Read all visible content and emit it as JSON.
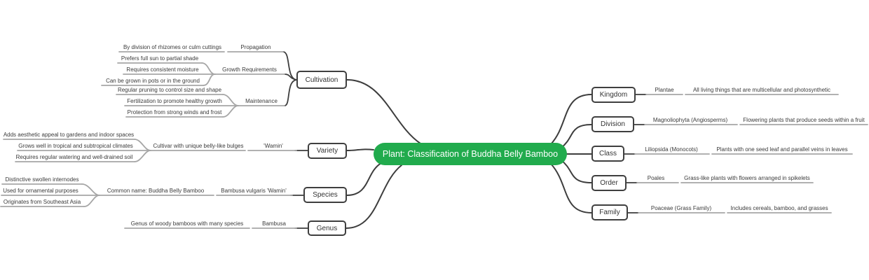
{
  "root": {
    "label": "Plant: Classification of Buddha Belly Bamboo"
  },
  "left_branches": [
    {
      "label": "Cultivation",
      "children": [
        {
          "label": "Propagation",
          "children": [
            {
              "label": "By division of rhizomes or culm cuttings"
            }
          ]
        },
        {
          "label": "Growth Requirements",
          "children": [
            {
              "label": "Prefers full sun to partial shade"
            },
            {
              "label": "Requires consistent moisture"
            },
            {
              "label": "Can be grown in pots or in the ground"
            }
          ]
        },
        {
          "label": "Maintenance",
          "children": [
            {
              "label": "Regular pruning to control size and shape"
            },
            {
              "label": "Fertilization to promote healthy growth"
            },
            {
              "label": "Protection from strong winds and frost"
            }
          ]
        }
      ]
    },
    {
      "label": "Variety",
      "children": [
        {
          "label": "'Wamin'",
          "children": [
            {
              "label": "Cultivar with unique belly-like bulges",
              "children": [
                {
                  "label": "Adds aesthetic appeal to gardens and indoor spaces"
                },
                {
                  "label": "Grows well in tropical and subtropical climates"
                },
                {
                  "label": "Requires regular watering and well-drained soil"
                }
              ]
            }
          ]
        }
      ]
    },
    {
      "label": "Species",
      "children": [
        {
          "label": "Bambusa vulgaris 'Wamin'",
          "children": [
            {
              "label": "Common name: Buddha Belly Bamboo",
              "children": [
                {
                  "label": "Distinctive swollen internodes"
                },
                {
                  "label": "Used for ornamental purposes"
                },
                {
                  "label": "Originates from Southeast Asia"
                }
              ]
            }
          ]
        }
      ]
    },
    {
      "label": "Genus",
      "children": [
        {
          "label": "Bambusa",
          "children": [
            {
              "label": "Genus of woody bamboos with many species"
            }
          ]
        }
      ]
    }
  ],
  "right_branches": [
    {
      "label": "Kingdom",
      "children": [
        {
          "label": "Plantae",
          "children": [
            {
              "label": "All living things that are multicellular and photosynthetic"
            }
          ]
        }
      ]
    },
    {
      "label": "Division",
      "children": [
        {
          "label": "Magnoliophyta (Angiosperms)",
          "children": [
            {
              "label": "Flowering plants that produce seeds within a fruit"
            }
          ]
        }
      ]
    },
    {
      "label": "Class",
      "children": [
        {
          "label": "Liliopsida (Monocots)",
          "children": [
            {
              "label": "Plants with one seed leaf and parallel veins in leaves"
            }
          ]
        }
      ]
    },
    {
      "label": "Order",
      "children": [
        {
          "label": "Poales",
          "children": [
            {
              "label": "Grass-like plants with flowers arranged in spikelets"
            }
          ]
        }
      ]
    },
    {
      "label": "Family",
      "children": [
        {
          "label": "Poaceae (Grass Family)",
          "children": [
            {
              "label": "Includes cereals, bamboo, and grasses"
            }
          ]
        }
      ]
    }
  ],
  "colors": {
    "root_fill": "#21ab4d",
    "root_text": "#ffffff",
    "node_border": "#3f3f3f",
    "node_text": "#333333",
    "label_text": "#3a3a3a",
    "branch_dark": "#3d3d3d",
    "branch_gray": "#a6a6a6"
  }
}
